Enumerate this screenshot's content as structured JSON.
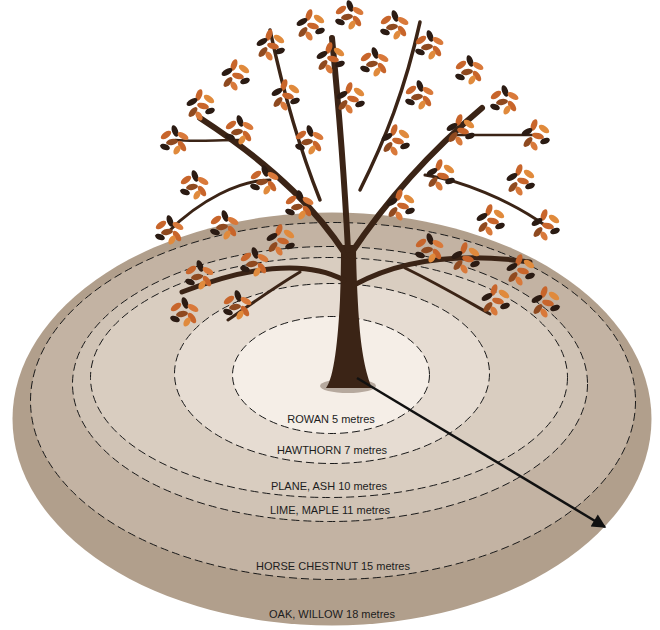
{
  "diagram": {
    "nodes": [
      {
        "text": [
          "OAK, WILLOW 18 metres"
        ]
      },
      {
        "text": [
          "HORSE CHESTNUT 15 metres"
        ],
        "in": 0
      },
      {
        "text": [
          "LIME, MAPLE 11 metres"
        ],
        "in": 1
      },
      {
        "text": [
          "PLANE, ASH 10 metres"
        ],
        "in": 2
      },
      {
        "text": [
          "HAWTHORN 7 metres"
        ],
        "in": 3
      },
      {
        "text": [
          "ROWAN 5 metres"
        ],
        "in": 4
      }
    ]
  }
}
